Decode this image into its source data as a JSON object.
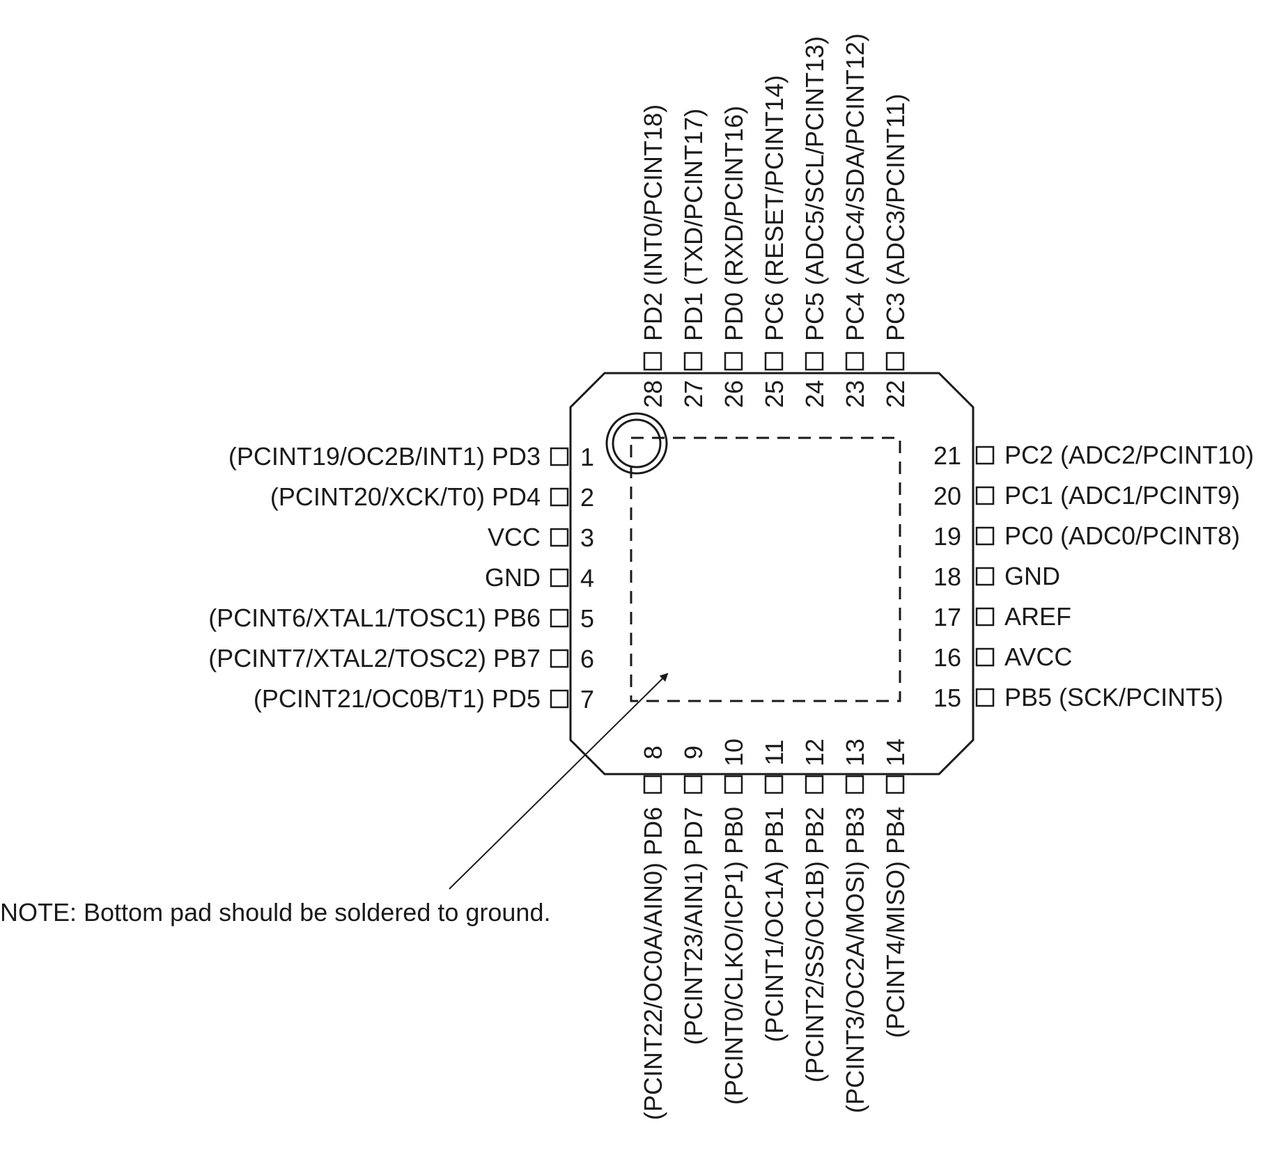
{
  "package": {
    "outline_color": "#1a1a1a",
    "background": "#ffffff"
  },
  "pins": [
    {
      "num": "1",
      "label": "(PCINT19/OC2B/INT1) PD3"
    },
    {
      "num": "2",
      "label": "(PCINT20/XCK/T0) PD4"
    },
    {
      "num": "3",
      "label": "VCC"
    },
    {
      "num": "4",
      "label": "GND"
    },
    {
      "num": "5",
      "label": "(PCINT6/XTAL1/TOSC1) PB6"
    },
    {
      "num": "6",
      "label": "(PCINT7/XTAL2/TOSC2) PB7"
    },
    {
      "num": "7",
      "label": "(PCINT21/OC0B/T1) PD5"
    },
    {
      "num": "8",
      "label": "(PCINT22/OC0A/AIN0) PD6"
    },
    {
      "num": "9",
      "label": "(PCINT23/AIN1) PD7"
    },
    {
      "num": "10",
      "label": "(PCINT0/CLKO/ICP1) PB0"
    },
    {
      "num": "11",
      "label": "(PCINT1/OC1A) PB1"
    },
    {
      "num": "12",
      "label": "(PCINT2/SS/OC1B) PB2"
    },
    {
      "num": "13",
      "label": "(PCINT3/OC2A/MOSI) PB3"
    },
    {
      "num": "14",
      "label": "(PCINT4/MISO) PB4"
    },
    {
      "num": "15",
      "label": "PB5 (SCK/PCINT5)"
    },
    {
      "num": "16",
      "label": "AVCC"
    },
    {
      "num": "17",
      "label": "AREF"
    },
    {
      "num": "18",
      "label": "GND"
    },
    {
      "num": "19",
      "label": "PC0 (ADC0/PCINT8)"
    },
    {
      "num": "20",
      "label": "PC1 (ADC1/PCINT9)"
    },
    {
      "num": "21",
      "label": "PC2 (ADC2/PCINT10)"
    },
    {
      "num": "22",
      "label": "PC3 (ADC3/PCINT11)"
    },
    {
      "num": "23",
      "label": "PC4 (ADC4/SDA/PCINT12)"
    },
    {
      "num": "24",
      "label": "PC5 (ADC5/SCL/PCINT13)"
    },
    {
      "num": "25",
      "label": "PC6 (RESET/PCINT14)"
    },
    {
      "num": "26",
      "label": "PD0 (RXD/PCINT16)"
    },
    {
      "num": "27",
      "label": "PD1 (TXD/PCINT17)"
    },
    {
      "num": "28",
      "label": "PD2 (INT0/PCINT18)"
    }
  ],
  "note": {
    "text": "NOTE:  Bottom pad should be soldered to ground."
  }
}
